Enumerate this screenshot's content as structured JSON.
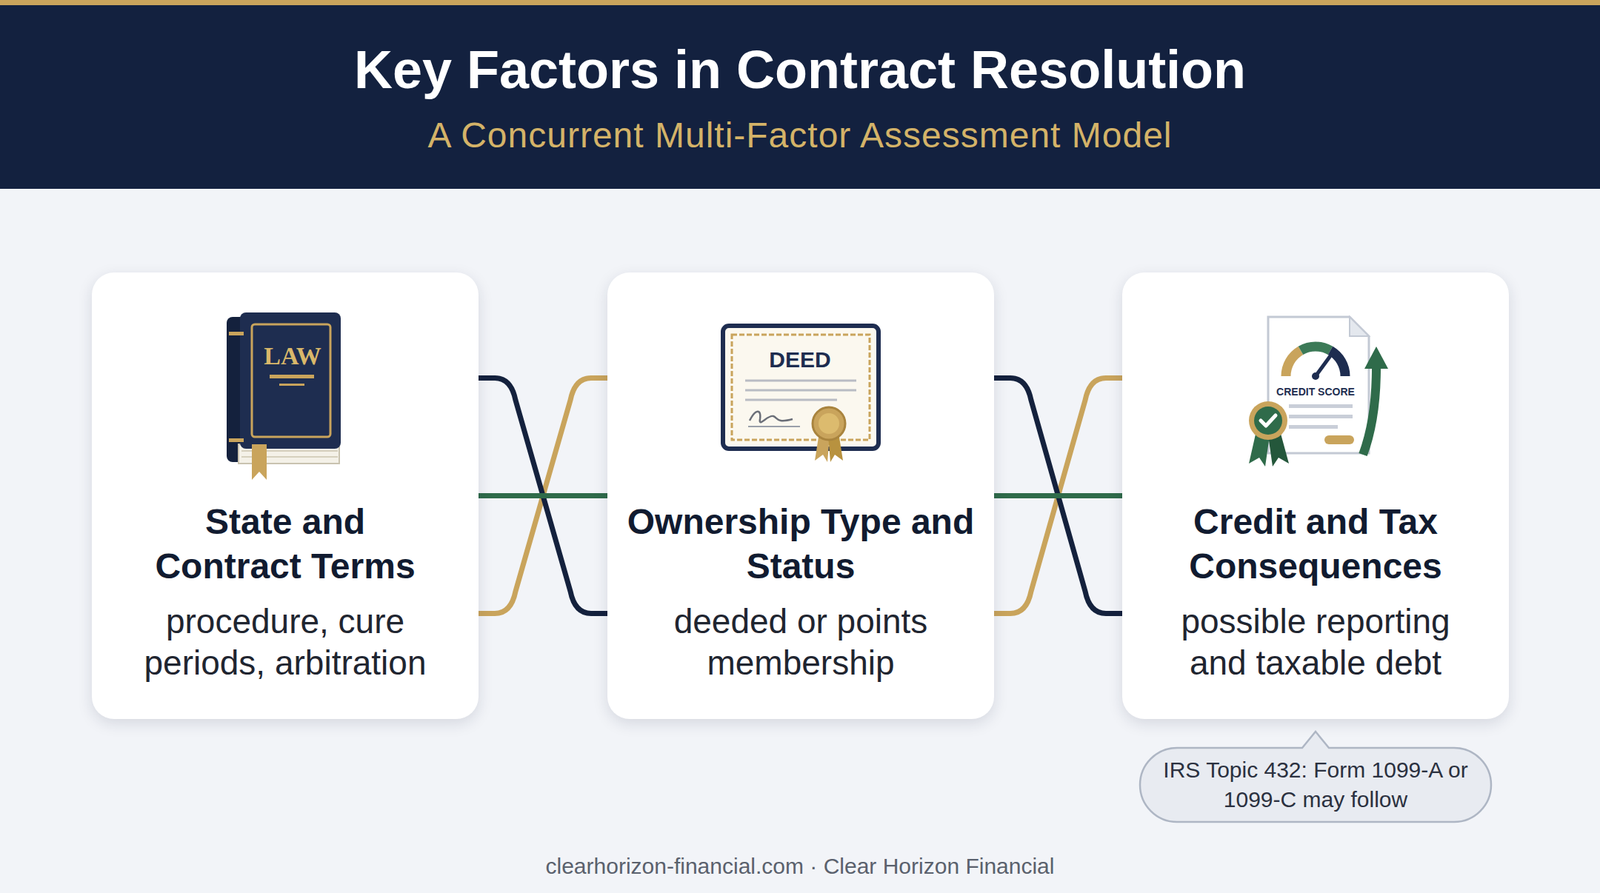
{
  "diagram": {
    "title": "Key Factors in Contract Resolution",
    "nodes": [
      {
        "text": [
          "State and Contract Terms",
          "procedure, cure periods, arbitration"
        ]
      },
      {
        "text": [
          "Ownership Type and Status",
          "deeded or points membership"
        ]
      },
      {
        "text": [
          "Credit and Tax Consequences",
          "possible reporting and taxable debt"
        ]
      },
      {
        "text": [
          "IRS Topic 432: Form 1099-A or 1099-C may follow"
        ]
      }
    ],
    "edges": [
      {
        "from": 0,
        "to": 1,
        "arrow": "none"
      },
      {
        "from": 1,
        "to": 2,
        "arrow": "none"
      }
    ],
    "labels": [
      "A Concurrent Multi-Factor Assessment Model",
      "LAW",
      "DEED",
      "CREDIT SCORE",
      "clearhorizon-financial.com · Clear Horizon Financial"
    ]
  }
}
